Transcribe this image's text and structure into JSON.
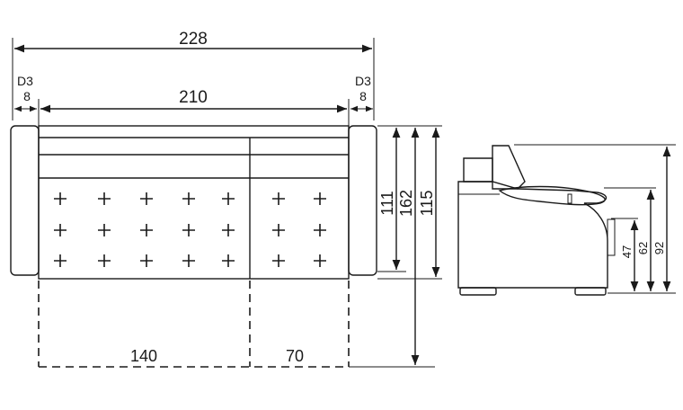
{
  "top_view": {
    "overall_width": "228",
    "seat_width": "210",
    "left_arm_label": "D3",
    "left_arm_width": "8",
    "right_arm_label": "D3",
    "right_arm_width": "8",
    "depth_seat": "111",
    "depth_unfolded": "162",
    "depth_total": "115",
    "bed_section_main": "140",
    "bed_section_side": "70"
  },
  "side_view": {
    "height_seat": "47",
    "height_arm": "62",
    "height_back": "92"
  }
}
